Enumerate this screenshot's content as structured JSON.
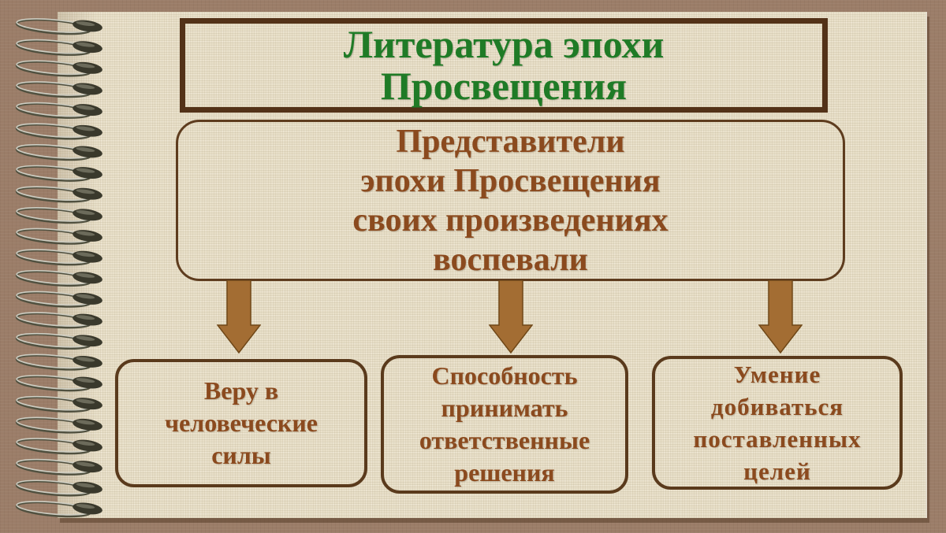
{
  "title": {
    "line1": "Литература эпохи",
    "line2": "Просвещения"
  },
  "main_box": {
    "lines": [
      "Представители",
      "эпохи Просвещения",
      "своих произведениях",
      "воспевали"
    ]
  },
  "branches": [
    {
      "lines": [
        "Веру в",
        "человеческие",
        "силы"
      ]
    },
    {
      "lines": [
        "Способность",
        "принимать",
        "ответственные",
        "решения"
      ]
    },
    {
      "lines": [
        "Умение",
        "добиваться",
        "поставленных",
        "целей"
      ]
    }
  ],
  "decorations": {
    "spiral_binding": "spiral-binding",
    "loop_count": 24
  },
  "colors": {
    "frame_brown": "#9b7d68",
    "paper": "#e8dfc8",
    "border_dark": "#5a3a1c",
    "title_green": "#1f7b26",
    "text_brown": "#8b4a1e",
    "arrow_fill": "#a36d33",
    "arrow_edge": "#6f4717",
    "hole_dark": "#3a392c",
    "wire_light": "#cdcdc2",
    "wire_dark": "#50503f"
  }
}
